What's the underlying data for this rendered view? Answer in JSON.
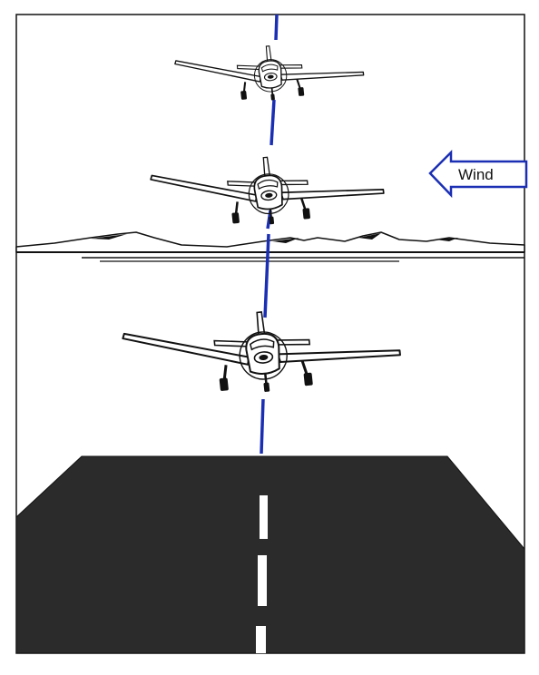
{
  "wind": {
    "label": "Wind"
  },
  "colors": {
    "centerline": "#1a2fb4",
    "wind_arrow": "#1a2fb4",
    "runway": "#2b2b2b",
    "runway_marking": "#ffffff",
    "ink": "#111111",
    "background": "#ffffff"
  },
  "scene": {
    "aircraft_count": 3,
    "bank_direction": "left-wing-down",
    "icon": "airplane-icon"
  }
}
